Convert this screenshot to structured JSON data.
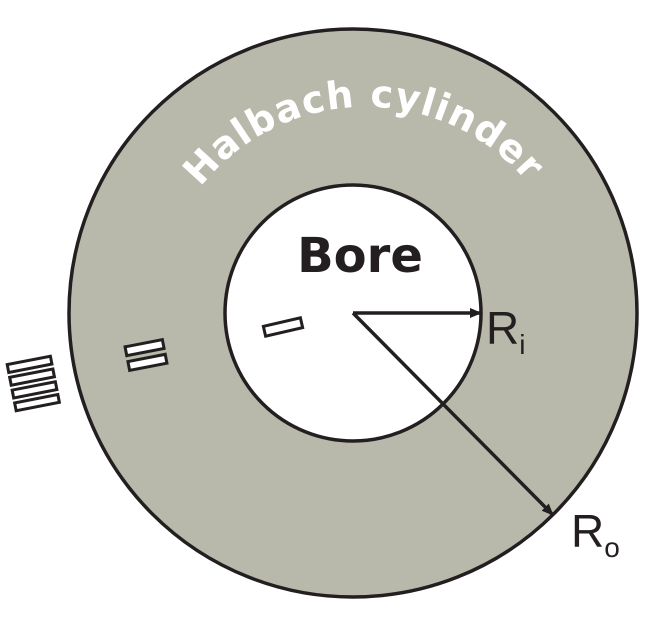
{
  "labels": {
    "cylinder": "Halbach cylinder",
    "bore": "Bore",
    "inner_radius": {
      "main": "R",
      "sub": "i"
    },
    "outer_radius": {
      "main": "R",
      "sub": "o"
    }
  },
  "colors": {
    "cylinder_fill": "#b8b9aa",
    "bore_fill": "#ffffff",
    "stroke": "#231f20",
    "cylinder_label": "#ffffff",
    "text": "#231f20"
  }
}
